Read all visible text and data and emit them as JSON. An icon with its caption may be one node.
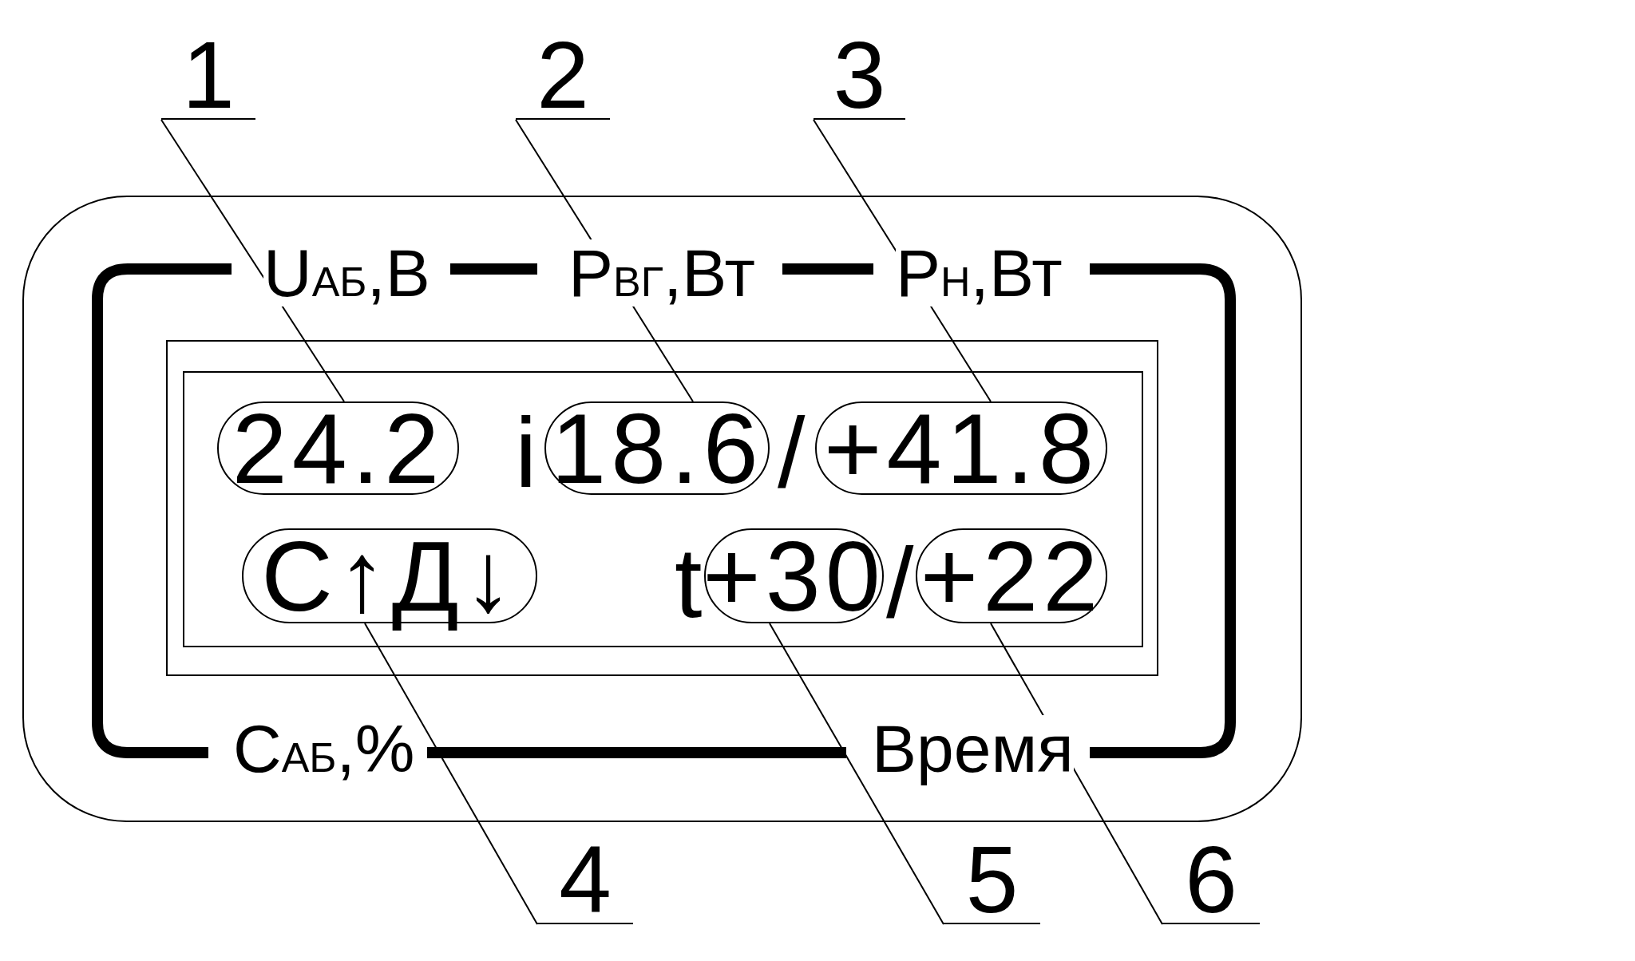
{
  "diagram": {
    "nodes": [
      {
        "text": [
          "1"
        ]
      },
      {
        "text": [
          "2"
        ]
      },
      {
        "text": [
          "3"
        ]
      },
      {
        "text": [
          "24.2"
        ]
      },
      {
        "text": [
          "18.6"
        ]
      },
      {
        "text": [
          "+41.8"
        ]
      },
      {
        "text": [
          "С↑Д↓"
        ]
      },
      {
        "text": [
          "+30"
        ]
      },
      {
        "text": [
          "+22"
        ]
      },
      {
        "text": [
          "4"
        ]
      },
      {
        "text": [
          "5"
        ]
      },
      {
        "text": [
          "6"
        ]
      }
    ],
    "edges": [
      {
        "from": 0,
        "to": 3,
        "arrow": "none"
      },
      {
        "from": 1,
        "to": 4,
        "arrow": "none"
      },
      {
        "from": 2,
        "to": 5,
        "arrow": "none"
      },
      {
        "from": 9,
        "to": 6,
        "arrow": "none"
      },
      {
        "from": 10,
        "to": 7,
        "arrow": "none"
      },
      {
        "from": 11,
        "to": 8,
        "arrow": "none"
      }
    ],
    "labels": [
      "U$_{АБ}$,В",
      "Р$_{ВГ}$,Вт",
      "Р$_{Н}$,Вт",
      "i",
      "/",
      "t",
      "/",
      "С$_{АБ}$,%",
      "Время"
    ]
  }
}
